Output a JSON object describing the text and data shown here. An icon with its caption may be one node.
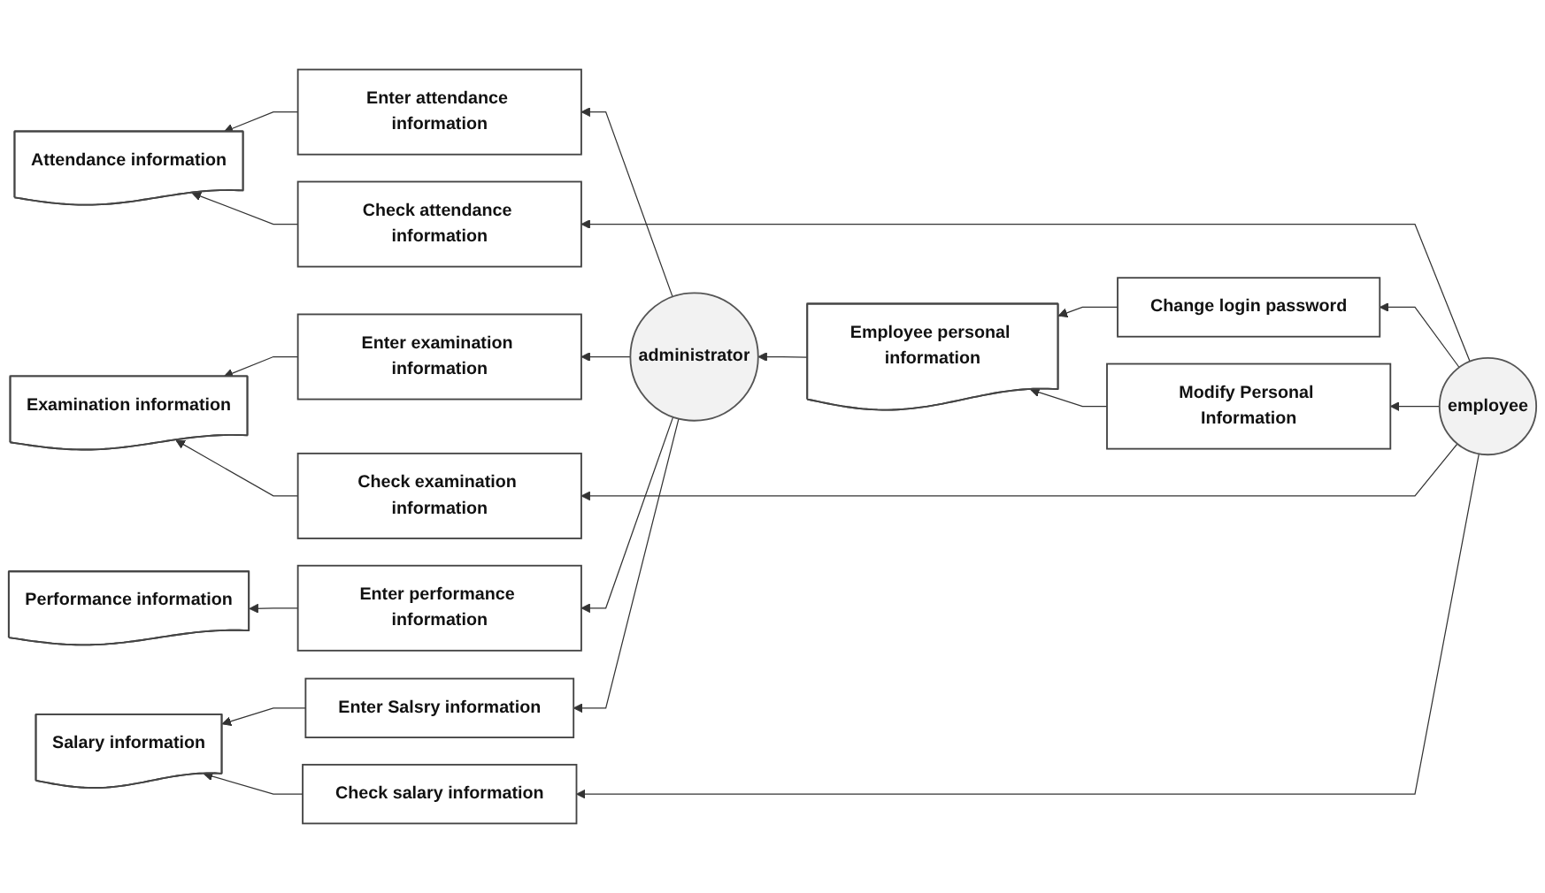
{
  "diagram": {
    "nodes": [
      {
        "text": [
          "Change login password"
        ]
      },
      {
        "text": [
          "Employee personal information"
        ]
      },
      {
        "text": [
          "Modify Personal Information"
        ]
      },
      {
        "text": [
          "Enter attendance information"
        ]
      },
      {
        "text": [
          "Attendance information"
        ]
      },
      {
        "text": [
          "Check attendance information"
        ]
      },
      {
        "text": [
          "administrator"
        ]
      },
      {
        "text": [
          "Enter examination information"
        ]
      },
      {
        "text": [
          "Examination information"
        ]
      },
      {
        "text": [
          "Check examination information"
        ]
      },
      {
        "text": [
          "employee"
        ]
      },
      {
        "text": [
          "Enter performance information"
        ]
      },
      {
        "text": [
          "Performance information"
        ]
      },
      {
        "text": [
          "Enter Salsry information"
        ]
      },
      {
        "text": [
          "Salary information"
        ]
      },
      {
        "text": [
          "Check salary information"
        ]
      }
    ],
    "edges": [
      {
        "from": 10,
        "to": 0,
        "arrow": "to"
      },
      {
        "from": 10,
        "to": 2,
        "arrow": "to"
      },
      {
        "from": 0,
        "to": 1,
        "arrow": "to"
      },
      {
        "from": 2,
        "to": 1,
        "arrow": "to"
      },
      {
        "from": 1,
        "to": 6,
        "arrow": "to"
      },
      {
        "from": 6,
        "to": 3,
        "arrow": "to"
      },
      {
        "from": 6,
        "to": 7,
        "arrow": "to"
      },
      {
        "from": 6,
        "to": 11,
        "arrow": "to"
      },
      {
        "from": 6,
        "to": 13,
        "arrow": "to"
      },
      {
        "from": 3,
        "to": 4,
        "arrow": "to"
      },
      {
        "from": 5,
        "to": 4,
        "arrow": "to"
      },
      {
        "from": 7,
        "to": 8,
        "arrow": "to"
      },
      {
        "from": 9,
        "to": 8,
        "arrow": "to"
      },
      {
        "from": 11,
        "to": 12,
        "arrow": "to"
      },
      {
        "from": 13,
        "to": 14,
        "arrow": "to"
      },
      {
        "from": 15,
        "to": 14,
        "arrow": "to"
      },
      {
        "from": 10,
        "to": 5,
        "arrow": "to"
      },
      {
        "from": 10,
        "to": 9,
        "arrow": "to"
      },
      {
        "from": 10,
        "to": 15,
        "arrow": "to"
      }
    ]
  }
}
